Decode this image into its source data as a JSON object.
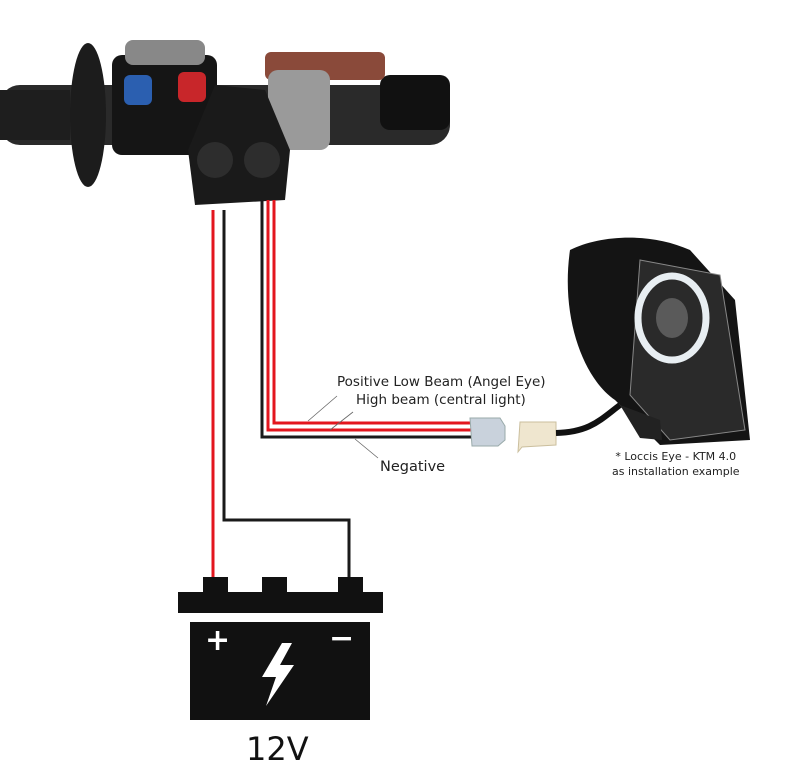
{
  "labels": {
    "positive_low_beam": "Positive Low Beam (Angel Eye)",
    "high_beam": "High beam (central light)",
    "negative": "Negative"
  },
  "note": {
    "line1": "* Loccis Eye - KTM 4.0",
    "line2": "as installation example"
  },
  "battery": {
    "voltage": "12V",
    "plus": "+",
    "minus": "−"
  },
  "colors": {
    "positive_wire": "#e3161e",
    "negative_wire": "#1a1a1a"
  }
}
